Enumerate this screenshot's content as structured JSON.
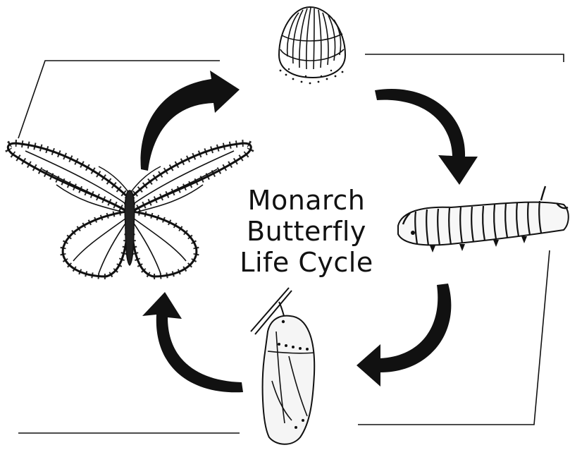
{
  "title": {
    "line1": "Monarch",
    "line2": "Butterfly",
    "line3": "Life Cycle"
  },
  "stages": [
    {
      "id": "egg",
      "icon": "egg-icon"
    },
    {
      "id": "caterpillar",
      "icon": "caterpillar-icon"
    },
    {
      "id": "chrysalis",
      "icon": "chrysalis-icon"
    },
    {
      "id": "butterfly",
      "icon": "butterfly-icon"
    }
  ],
  "colors": {
    "ink": "#111111",
    "background": "#ffffff"
  }
}
